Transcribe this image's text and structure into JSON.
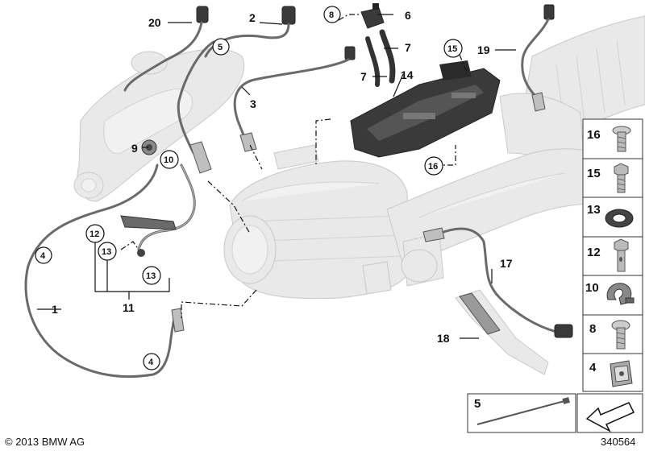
{
  "callouts": {
    "c1": "1",
    "c2": "2",
    "c3": "3",
    "c4a": "4",
    "c4b": "4",
    "c5": "5",
    "c6": "6",
    "c7a": "7",
    "c7b": "7",
    "c8": "8",
    "c9": "9",
    "c10": "10",
    "c11": "11",
    "c12": "12",
    "c13a": "13",
    "c13b": "13",
    "c14": "14",
    "c15": "15",
    "c16": "16",
    "c17": "17",
    "c18": "18",
    "c19": "19",
    "c20": "20"
  },
  "parts_panel": {
    "items": [
      {
        "number": "16",
        "icon": "torx-bolt-icon"
      },
      {
        "number": "15",
        "icon": "hex-bolt-icon"
      },
      {
        "number": "13",
        "icon": "sealing-ring-icon"
      },
      {
        "number": "12",
        "icon": "banjo-bolt-icon"
      },
      {
        "number": "10",
        "icon": "hose-clamp-icon"
      },
      {
        "number": "8",
        "icon": "pan-head-bolt-icon"
      },
      {
        "number": "4",
        "icon": "clip-nut-icon"
      }
    ],
    "cable_tie": {
      "number": "5",
      "icon": "cable-tie-icon"
    },
    "arrow_icon": "direction-arrow-icon"
  },
  "footer": {
    "copyright": "© 2013 BMW AG",
    "diagram_number": "340564"
  }
}
